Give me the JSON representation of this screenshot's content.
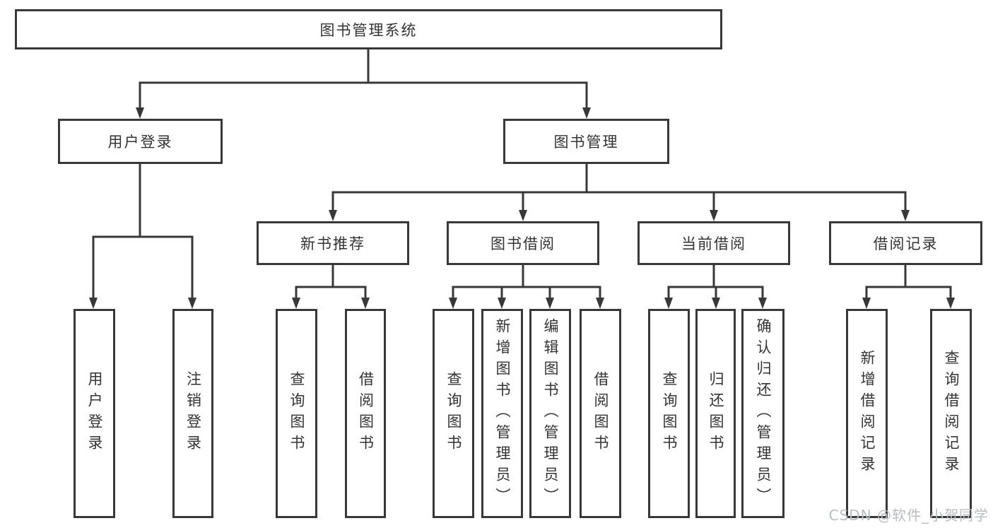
{
  "diagram": {
    "title": "图书管理系统",
    "watermark": "CSDN @软件_小贺同学",
    "colors": {
      "line": "#383838",
      "border": "#383838",
      "text": "#333333",
      "background": "#ffffff",
      "watermark": "#b9bdc1"
    },
    "nodes": {
      "root": {
        "label": "图书管理系统"
      },
      "user_login_group": {
        "label": "用户登录"
      },
      "book_mgmt": {
        "label": "图书管理"
      },
      "new_book_rec": {
        "label": "新书推荐"
      },
      "book_borrow": {
        "label": "图书借阅"
      },
      "current_borrow": {
        "label": "当前借阅"
      },
      "borrow_record": {
        "label": "借阅记录"
      },
      "leaf_user_login": {
        "label": "用户登录"
      },
      "leaf_logout": {
        "label": "注销登录"
      },
      "leaf_query_book_1": {
        "label": "查询图书"
      },
      "leaf_borrow_book_1": {
        "label": "借阅图书"
      },
      "leaf_query_book_2": {
        "label": "查询图书"
      },
      "leaf_add_book": {
        "label": "新增图书（管理员）"
      },
      "leaf_edit_book": {
        "label": "编辑图书（管理员）"
      },
      "leaf_borrow_book_2": {
        "label": "借阅图书"
      },
      "leaf_query_book_3": {
        "label": "查询图书"
      },
      "leaf_return_book": {
        "label": "归还图书"
      },
      "leaf_confirm_return": {
        "label": "确认归还（管理员）"
      },
      "leaf_add_record": {
        "label": "新增借阅记录"
      },
      "leaf_query_record": {
        "label": "查询借阅记录"
      }
    },
    "structure": {
      "图书管理系统": {
        "用户登录": [
          "用户登录",
          "注销登录"
        ],
        "图书管理": {
          "新书推荐": [
            "查询图书",
            "借阅图书"
          ],
          "图书借阅": [
            "查询图书",
            "新增图书（管理员）",
            "编辑图书（管理员）",
            "借阅图书"
          ],
          "当前借阅": [
            "查询图书",
            "归还图书",
            "确认归还（管理员）"
          ],
          "借阅记录": [
            "新增借阅记录",
            "查询借阅记录"
          ]
        }
      }
    }
  }
}
